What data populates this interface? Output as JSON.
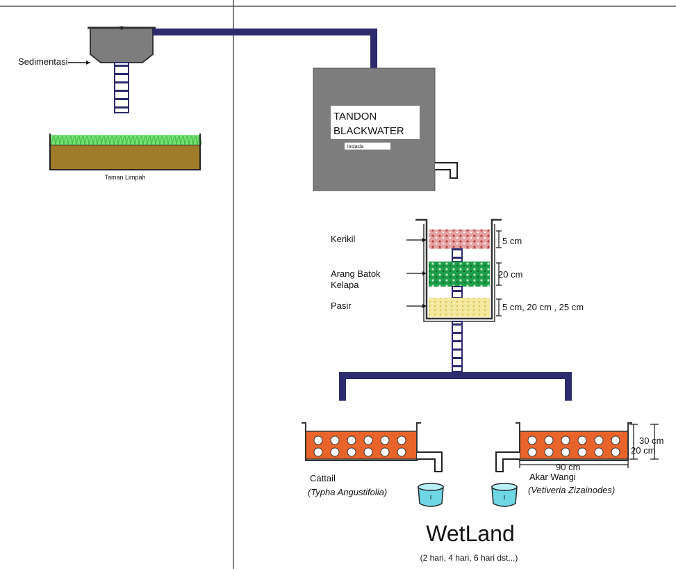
{
  "labels": {
    "sedimentation": "Sedimentasi",
    "runoff_garden": "Taman Limpah",
    "tank_line1": "TANDON",
    "tank_line2": "BLACKWATER",
    "tank_small": "lnslasla",
    "gravel": "Kerikil",
    "charcoal_line1": "Arang Batok",
    "charcoal_line2": "Kelapa",
    "sand": "Pasir",
    "dim_gravel": "5 cm",
    "dim_charcoal": "20 cm",
    "dim_sand": "5 cm, 20 cm , 25 cm",
    "cattail_name": "Cattail",
    "cattail_latin": "(Typha Angustifolia)",
    "vetiver_name": "Akar Wangi",
    "vetiver_latin": "(Vetiveria Zizainodes)",
    "dim_height_outer": "30 cm",
    "dim_height_inner": "20 cm",
    "dim_width": "90 cm",
    "title": "WetLand",
    "subtitle": "(2 hari, 4 hari, 6 hari dst...)"
  },
  "colors": {
    "pipe": "#2b2b6e",
    "tank": "#7d7d7d",
    "wetland_fill": "#e8642a",
    "soil": "#a07b2a",
    "grass": "#7be07b",
    "gravel": "#d98a8a",
    "charcoal": "#1f9e4a",
    "sand": "#f0e08a",
    "bucket": "#6fd6e6"
  }
}
